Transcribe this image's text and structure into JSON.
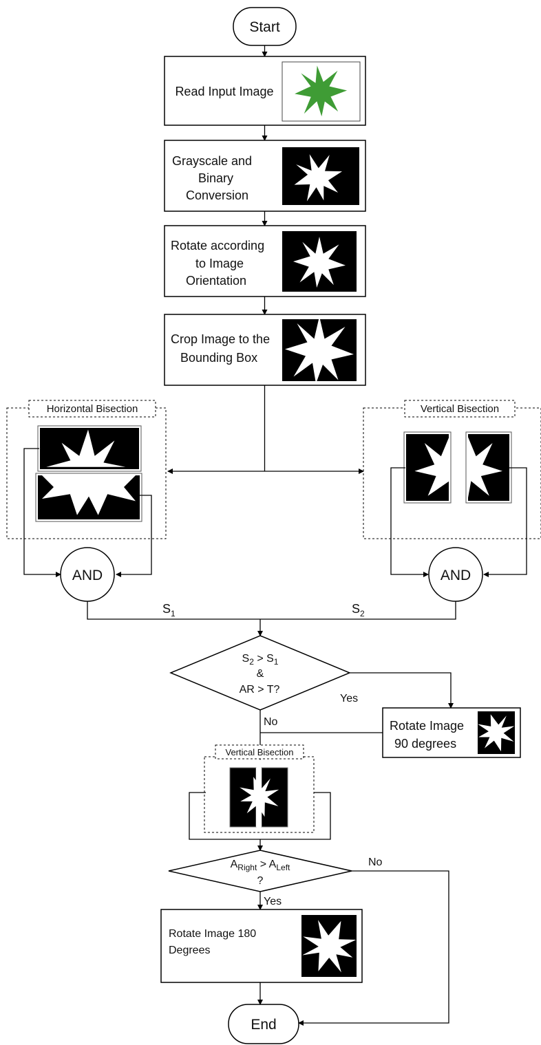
{
  "start": {
    "label": "Start"
  },
  "steps": {
    "read": {
      "label": "Read Input Image"
    },
    "binary": {
      "line1": "Grayscale and",
      "line2": "Binary",
      "line3": "Conversion"
    },
    "rotate_orient": {
      "line1": "Rotate according",
      "line2": "to Image",
      "line3": "Orientation"
    },
    "crop": {
      "line1": "Crop Image to the",
      "line2": "Bounding Box"
    }
  },
  "horizontal_bisection": {
    "label": "Horizontal Bisection"
  },
  "vertical_bisection": {
    "label": "Vertical Bisection"
  },
  "and_left": {
    "label": "AND"
  },
  "and_right": {
    "label": "AND"
  },
  "s1": {
    "base": "S",
    "sub": "1"
  },
  "s2": {
    "base": "S",
    "sub": "2"
  },
  "decision1": {
    "line1_base_a": "S",
    "line1_sub_a": "2",
    "line1_op": " > ",
    "line1_base_b": "S",
    "line1_sub_b": "1",
    "line2": "&",
    "line3": "AR > T?",
    "yes": "Yes",
    "no": "No"
  },
  "rotate90": {
    "line1": "Rotate Image",
    "line2": "90 degrees"
  },
  "vertical_bisection_small": {
    "label": "Vertical Bisection"
  },
  "decision2": {
    "a": "A",
    "right": "Right",
    "op": " > ",
    "left": "Left",
    "q": "?",
    "yes": "Yes",
    "no": "No"
  },
  "rotate180": {
    "line1": "Rotate Image 180",
    "line2": "Degrees"
  },
  "end": {
    "label": "End"
  }
}
